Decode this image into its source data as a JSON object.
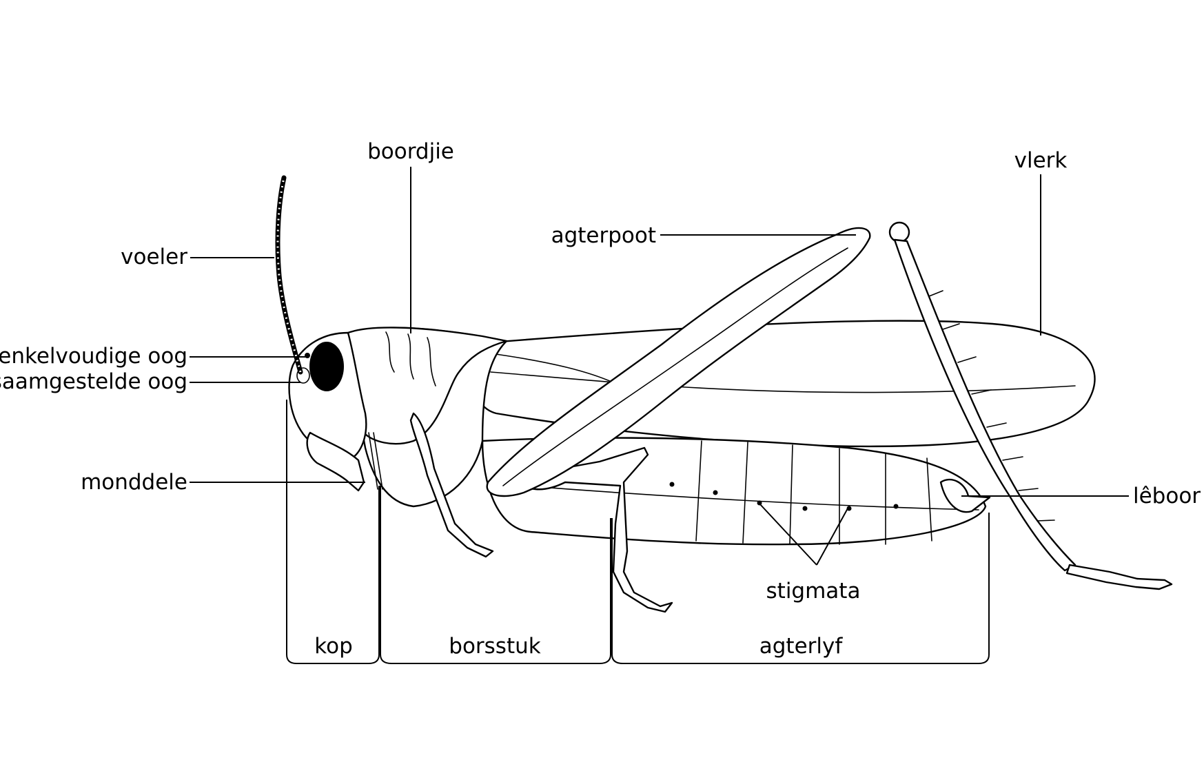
{
  "labels": {
    "voeler": "voeler",
    "enkelvoudige_oog": "enkelvoudige oog",
    "saamgestelde_oog": "saamgestelde oog",
    "monddele": "monddele",
    "boordjie": "boordjie",
    "agterpoot": "agterpoot",
    "vlerk": "vlerk",
    "leboor": "lêboor",
    "stigmata": "stigmata"
  },
  "regions": {
    "kop": "kop",
    "borsstuk": "borsstuk",
    "agterlyf": "agterlyf"
  }
}
